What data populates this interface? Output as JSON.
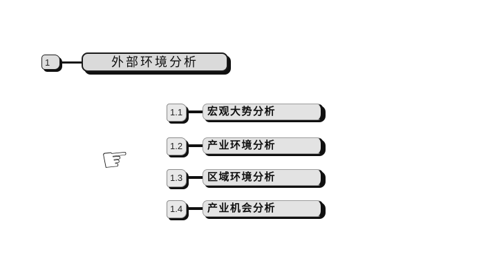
{
  "diagram": {
    "root": {
      "number": "1",
      "label": "外部环境分析"
    },
    "children": [
      {
        "number": "1.1",
        "label": "宏观大势分析"
      },
      {
        "number": "1.2",
        "label": "产业环境分析"
      },
      {
        "number": "1.3",
        "label": "区域环境分析"
      },
      {
        "number": "1.4",
        "label": "产业机会分析"
      }
    ],
    "pointer": {
      "icon": "☞"
    },
    "colors": {
      "background": "#ffffff",
      "node_fill": "#dadada",
      "child_fill": "#e3e3e3",
      "number_fill": "#e8e8e8",
      "border": "#1a1a1a",
      "shadow": "#101010",
      "text": "#101010"
    }
  }
}
